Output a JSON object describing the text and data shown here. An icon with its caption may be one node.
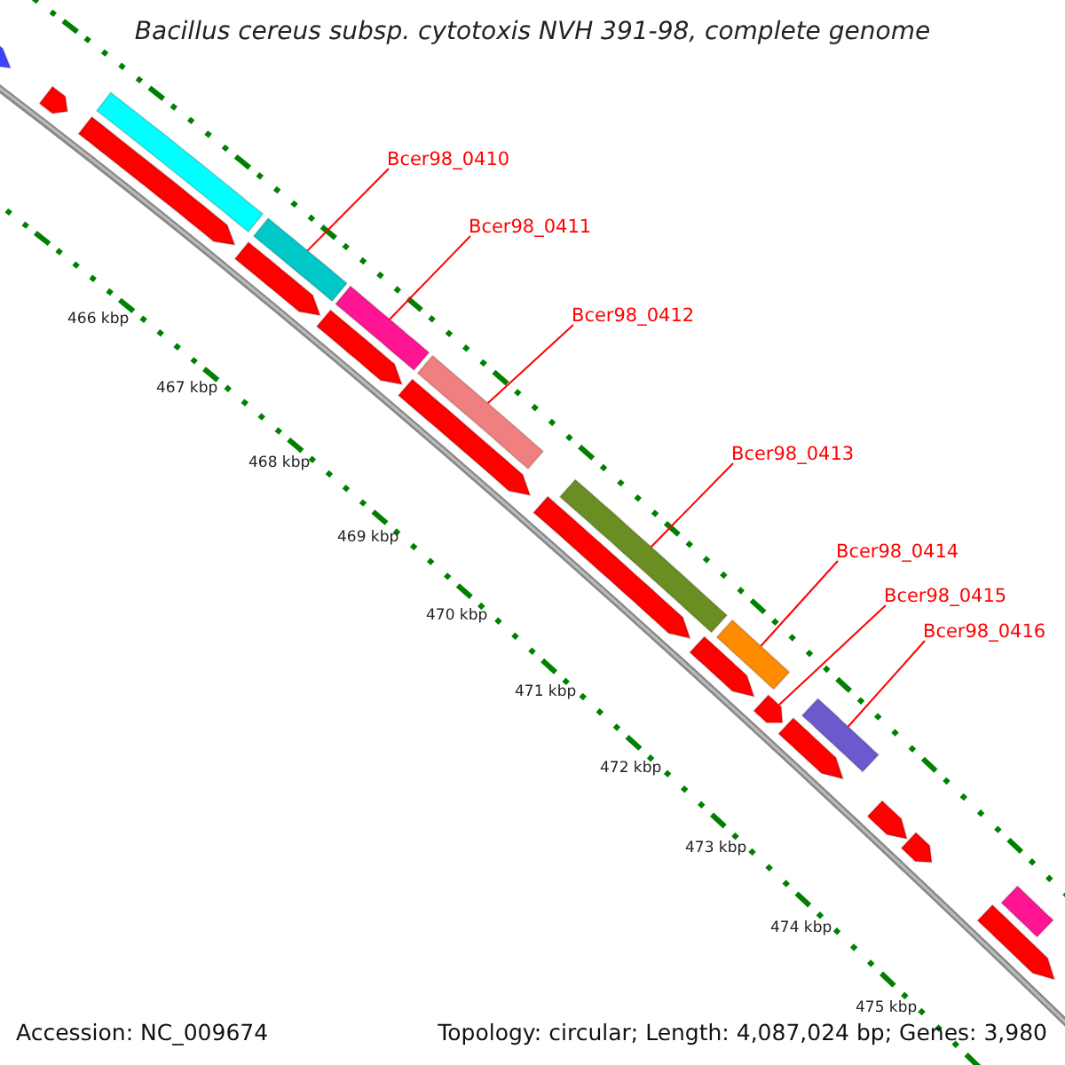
{
  "diagram": {
    "title": "Bacillus cereus subsp. cytotoxis NVH 391-98, complete genome",
    "nodes": [
      {
        "text": [
          "Bcer98_0410"
        ]
      },
      {
        "text": [
          "Bcer98_0411"
        ]
      },
      {
        "text": [
          "Bcer98_0412"
        ]
      },
      {
        "text": [
          "Bcer98_0413"
        ]
      },
      {
        "text": [
          "Bcer98_0414"
        ]
      },
      {
        "text": [
          "Bcer98_0415"
        ]
      },
      {
        "text": [
          "Bcer98_0416"
        ]
      },
      {
        "text": [],
        "shape": "arrow"
      },
      {
        "text": [],
        "shape": "arrow"
      },
      {
        "text": [],
        "shape": "bar"
      },
      {
        "text": [],
        "shape": "arrow"
      },
      {
        "text": [],
        "shape": "bar"
      },
      {
        "text": [],
        "shape": "arrow"
      },
      {
        "text": [],
        "shape": "bar"
      },
      {
        "text": [],
        "shape": "arrow"
      },
      {
        "text": [],
        "shape": "bar"
      },
      {
        "text": [],
        "shape": "arrow"
      },
      {
        "text": [],
        "shape": "bar"
      },
      {
        "text": [],
        "shape": "arrow"
      },
      {
        "text": [],
        "shape": "bar"
      },
      {
        "text": [],
        "shape": "arrow"
      },
      {
        "text": [],
        "shape": "arrow"
      },
      {
        "text": [],
        "shape": "bar"
      },
      {
        "text": [],
        "shape": "arrow"
      },
      {
        "text": [],
        "shape": "arrow"
      },
      {
        "text": [],
        "shape": "arrow"
      },
      {
        "text": [],
        "shape": "bar"
      },
      {
        "text": [],
        "shape": "arrow"
      }
    ],
    "edges": [
      {
        "from": 0,
        "to": 11,
        "arrow": "none"
      },
      {
        "from": 1,
        "to": 13,
        "arrow": "none"
      },
      {
        "from": 2,
        "to": 15,
        "arrow": "none"
      },
      {
        "from": 3,
        "to": 17,
        "arrow": "none"
      },
      {
        "from": 4,
        "to": 19,
        "arrow": "none"
      },
      {
        "from": 5,
        "to": 21,
        "arrow": "none"
      },
      {
        "from": 6,
        "to": 22,
        "arrow": "none"
      }
    ],
    "labels": [
      "466 kbp",
      "467 kbp",
      "468 kbp",
      "469 kbp",
      "470 kbp",
      "471 kbp",
      "472 kbp",
      "473 kbp",
      "474 kbp",
      "475 kbp",
      "Accession: NC_009674",
      "Topology: circular; Length: 4,087,024 bp; Genes: 3,980"
    ]
  }
}
